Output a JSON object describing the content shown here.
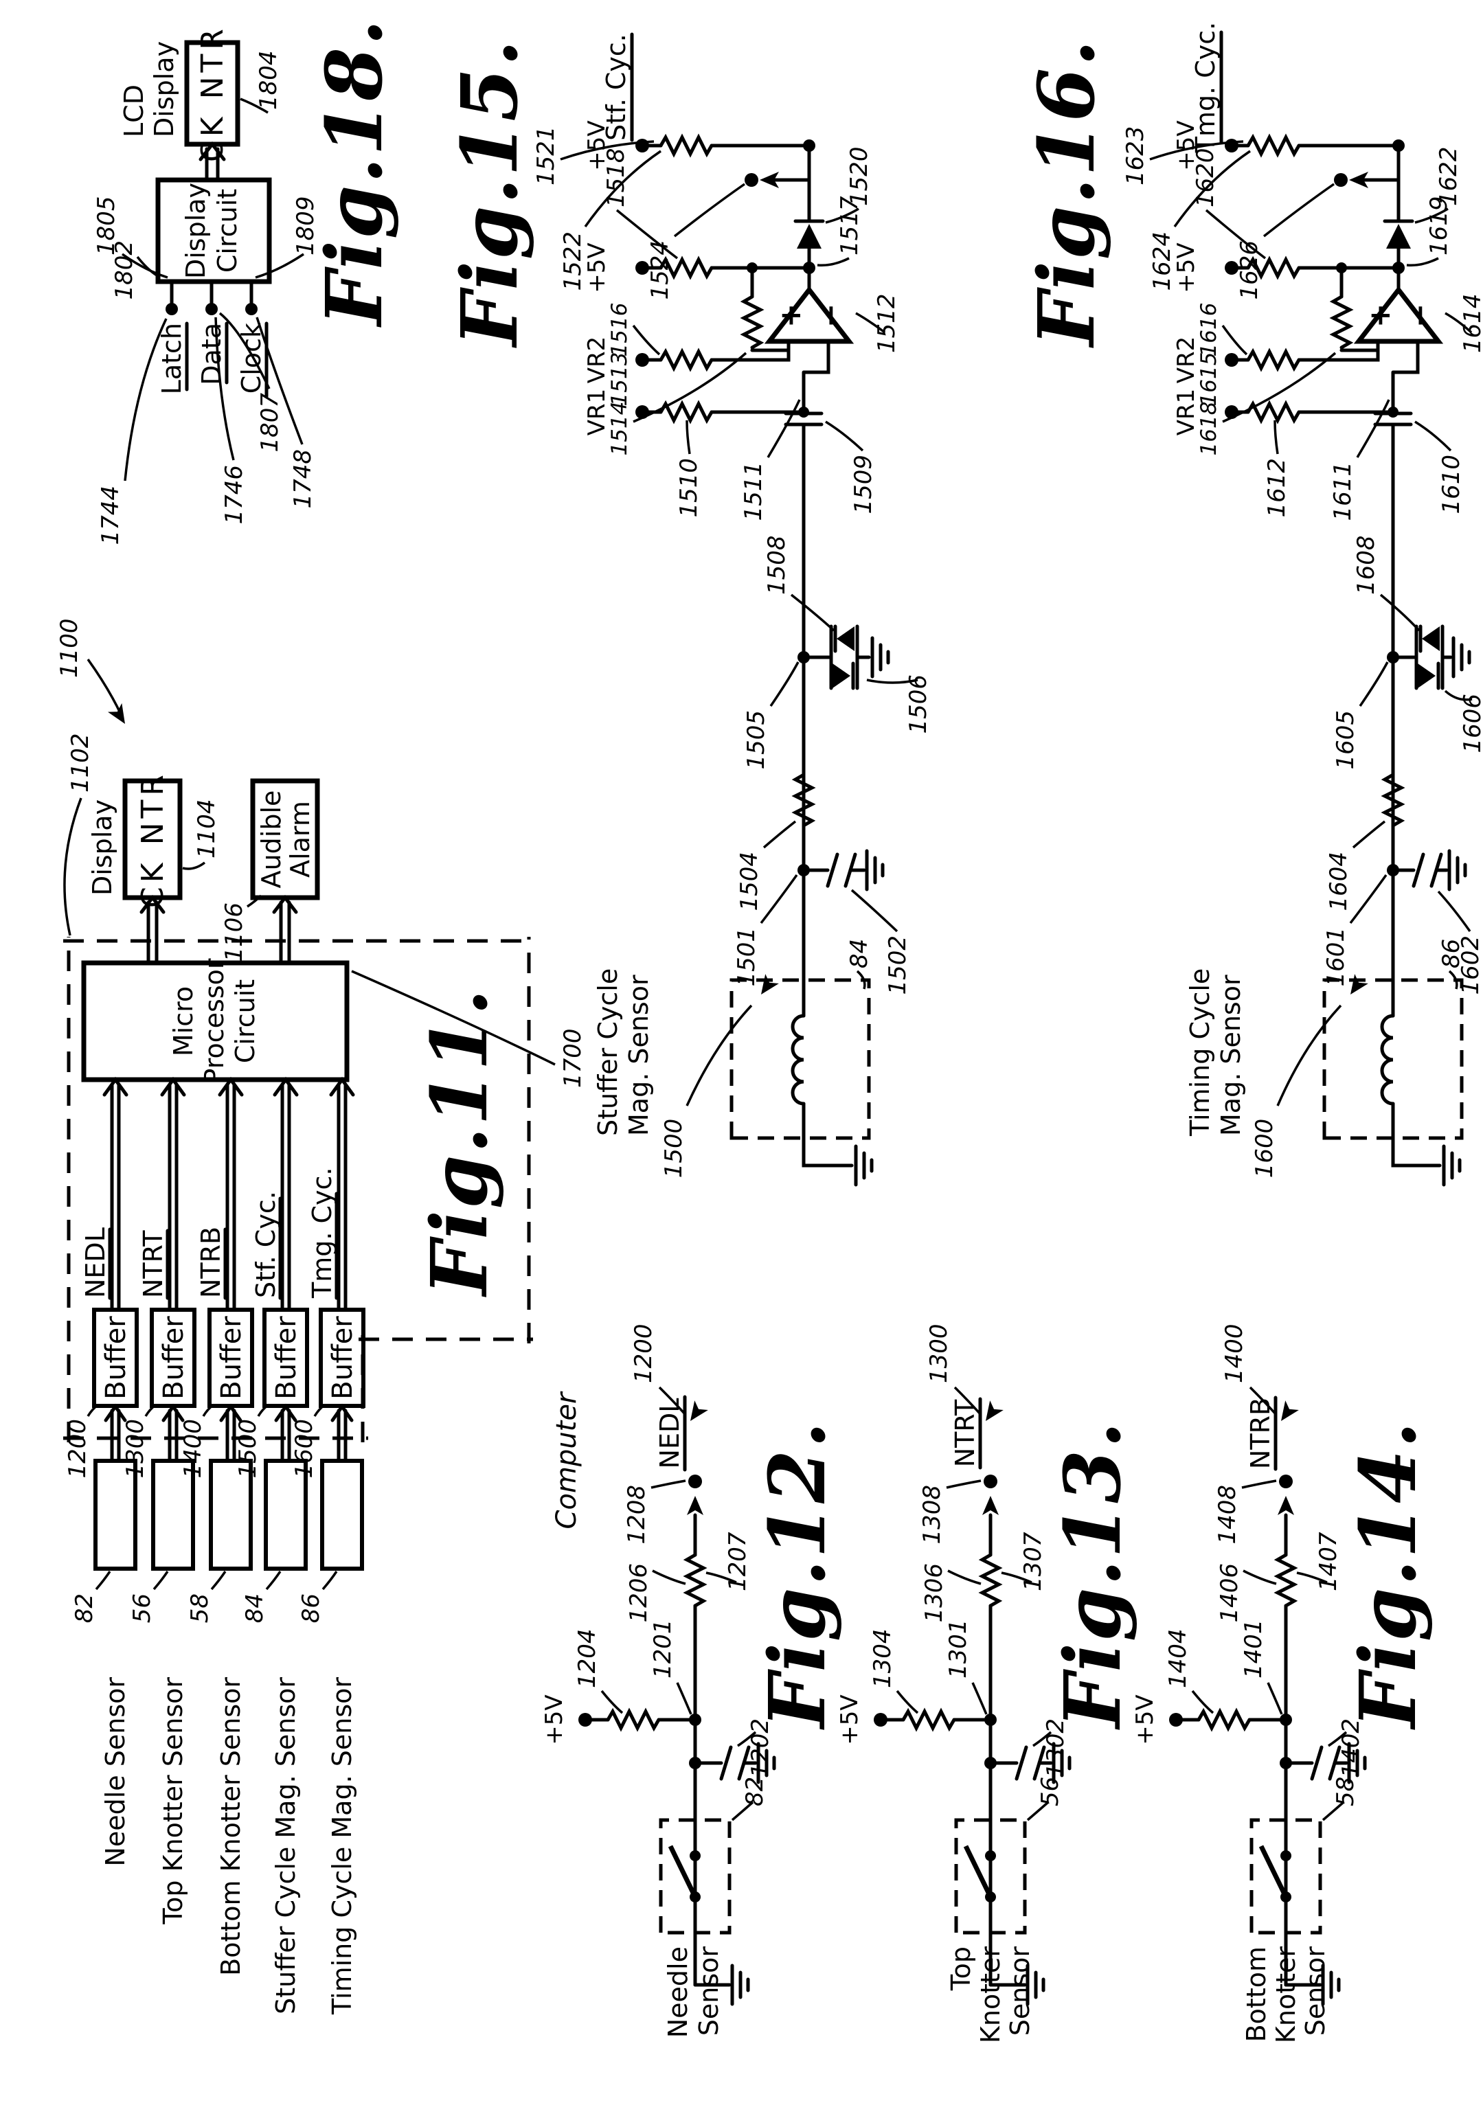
{
  "page": {
    "background": "#ffffff",
    "ink": "#000000"
  },
  "fig11": {
    "caption": "Fig.11.",
    "ref": "1100",
    "box_ref": "1102",
    "computer": "Computer",
    "micro_ref": "1700",
    "micro_lines": [
      "Micro",
      "Processor",
      "Circuit"
    ],
    "display_label": "Display",
    "display_box": "CK NTR",
    "display_ref": "1104",
    "alarm_lines": [
      "Audible",
      "Alarm"
    ],
    "alarm_ref": "1106",
    "rows": [
      {
        "sensor": "Needle  Sensor",
        "sensor_ref": "82",
        "buffer": "Buffer",
        "buffer_ref": "1200",
        "signal": "NEDL"
      },
      {
        "sensor": "Top Knotter  Sensor",
        "sensor_ref": "56",
        "buffer": "Buffer",
        "buffer_ref": "1300",
        "signal": "NTRT"
      },
      {
        "sensor": "Bottom Knotter  Sensor",
        "sensor_ref": "58",
        "buffer": "Buffer",
        "buffer_ref": "1400",
        "signal": "NTRB"
      },
      {
        "sensor": "Stuffer Cycle Mag. Sensor",
        "sensor_ref": "84",
        "buffer": "Buffer",
        "buffer_ref": "1500",
        "signal": "Stf. Cyc."
      },
      {
        "sensor": "Timing Cycle Mag. Sensor",
        "sensor_ref": "86",
        "buffer": "Buffer",
        "buffer_ref": "1600",
        "signal": "Tmg. Cyc."
      }
    ]
  },
  "fig12": {
    "caption": "Fig.12.",
    "ref": "1200",
    "supply": "+5V",
    "r_supply": "1204",
    "node": "1201",
    "cap": "1202",
    "r_label": "1206",
    "r_label2": "1207",
    "out_ref": "1208",
    "signal": "NEDL",
    "sensor_lines": [
      "Needle",
      "Sensor"
    ],
    "sensor_ref": "82"
  },
  "fig13": {
    "caption": "Fig.13.",
    "ref": "1300",
    "supply": "+5V",
    "r_supply": "1304",
    "node": "1301",
    "cap": "1302",
    "r_label": "1306",
    "r_label2": "1307",
    "out_ref": "1308",
    "signal": "NTRT",
    "sensor_lines": [
      "Top",
      "Knotter",
      "Sensor"
    ],
    "sensor_ref": "56"
  },
  "fig14": {
    "caption": "Fig.14.",
    "ref": "1400",
    "supply": "+5V",
    "r_supply": "1404",
    "node": "1401",
    "cap": "1402",
    "r_label": "1406",
    "r_label2": "1407",
    "out_ref": "1408",
    "signal": "NTRB",
    "sensor_lines": [
      "Bottom",
      "Knotter",
      "Sensor"
    ],
    "sensor_ref": "58"
  },
  "fig15": {
    "caption": "Fig.15.",
    "ref": "1500",
    "terminals": [
      "VR1",
      "VR2",
      "+5V",
      "+5V"
    ],
    "plus": "+",
    "minus": "−",
    "opamp": "1512",
    "r_vr1": "1510",
    "wire_in": "1511",
    "cap_series": "1509",
    "r_fb": "1514",
    "r_plus": "1513",
    "r_plus2": "1516",
    "r_pullup": "1518",
    "node_out": "1517",
    "diode": "1520",
    "r_top": "1522",
    "r_top2": "1521",
    "term": "1524",
    "signal": "Stf. Cyc.",
    "node_in": "1501",
    "cap_shunt": "1502",
    "r_series": "1504",
    "node_clip": "1505",
    "d_a": "1506",
    "d_b": "1508",
    "sensor_lines": [
      "Stuffer Cycle",
      "Mag. Sensor"
    ],
    "sensor_ref": "84"
  },
  "fig16": {
    "caption": "Fig.16.",
    "ref": "1600",
    "terminals": [
      "VR1",
      "VR2",
      "+5V",
      "+5V"
    ],
    "plus": "+",
    "minus": "−",
    "opamp": "1614",
    "r_vr1": "1612",
    "wire_in": "1611",
    "cap_series": "1610",
    "r_fb": "1618",
    "r_plus": "1615",
    "r_plus2": "1616",
    "r_pullup": "1620",
    "node_out": "1619",
    "diode": "1622",
    "r_top": "1624",
    "r_top2": "1623",
    "term": "1626",
    "signal": "Tmg. Cyc.",
    "node_in": "1601",
    "cap_shunt": "1602",
    "r_series": "1604",
    "node_clip": "1605",
    "d_a": "1606",
    "d_b": "1608",
    "sensor_lines": [
      "Timing Cycle",
      "Mag. Sensor"
    ],
    "sensor_ref": "86"
  },
  "fig18": {
    "caption": "Fig.18.",
    "lcd_lines": [
      "LCD",
      "Display"
    ],
    "lcd_box": "CK NTR",
    "lcd_ref": "1804",
    "dc_lines": [
      "Display",
      "Circuit"
    ],
    "dc_ref": "1802",
    "inputs": [
      {
        "name": "Latch",
        "bus_ref": "1744",
        "pin_ref": "1805"
      },
      {
        "name": "Data",
        "bus_ref": "1746",
        "pin_ref": "1807"
      },
      {
        "name": "Clock",
        "bus_ref": "1748",
        "pin_ref": "1809"
      }
    ]
  }
}
